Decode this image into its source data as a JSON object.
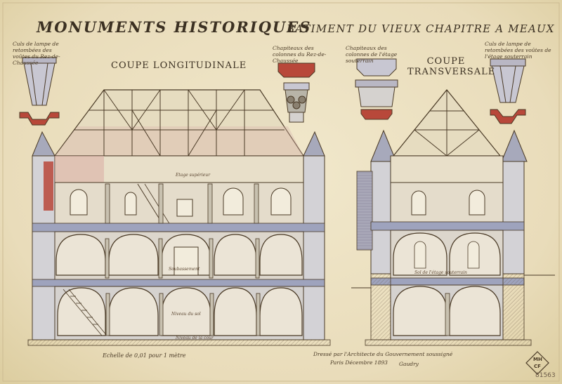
{
  "title": {
    "main": "MONUMENTS HISTORIQUES",
    "subtitle": "BATIMENT DU VIEUX CHAPITRE A MEAUX"
  },
  "sections": {
    "longitudinal": "COUPE LONGITUDINALE",
    "transverse": "COUPE TRANSVERSALE"
  },
  "detail_notes": {
    "cul_de_lampe_left": "Culs de lampe de retombées des voûtes du Rez-de-Chaussée",
    "chapiteaux_left": "Chapiteaux des colonnes du Rez-de-Chaussée",
    "chapiteaux_right": "Chapiteaux des colonnes de l'étage souterrain",
    "cul_de_lampe_right": "Culs de lampe de retombées des voûtes de l'étage souterrain"
  },
  "scale_text": "Echelle de 0,01 pour 1 mètre",
  "signature": {
    "line1": "Dressé par l'Architecte du Gouvernement soussigné",
    "line2": "Paris Décembre 1893",
    "name": "Gaudry"
  },
  "stamp": {
    "top": "MH",
    "bottom": "CF"
  },
  "inventory_number": "81563",
  "annotations": {
    "etage_sup": "Etage supérieur",
    "soubassement": "Soubassement",
    "niveau_sol": "Niveau du sol",
    "sol_etage_souterrain": "Sol de l'étage souterrain",
    "niveau_cour": "Niveau de la cour"
  },
  "colors": {
    "paper": "#ede2c4",
    "ink": "#4a3a26",
    "wash_blue": "#9ea3bd",
    "wash_pink": "#d7a7a0",
    "red_section": "#b8483a",
    "wash_light": "#d8d7d6"
  }
}
